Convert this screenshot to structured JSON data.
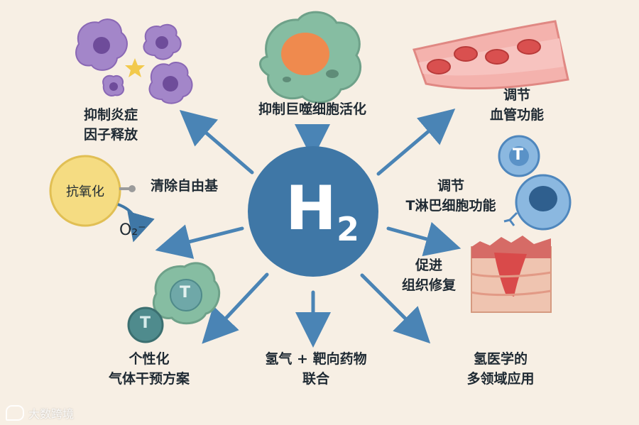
{
  "center": {
    "symbol": "H",
    "subscript": "2"
  },
  "labels": {
    "inflammation": [
      "抑制炎症",
      "因子释放"
    ],
    "macrophage": [
      "抑制巨噬细胞活化"
    ],
    "vascular": [
      "调节",
      "血管功能"
    ],
    "free_radical": [
      "清除自由基"
    ],
    "t_cell": [
      "调节",
      "T淋巴细胞功能"
    ],
    "tissue_repair": [
      "促进",
      "组织修复"
    ],
    "personalized": [
      "个性化",
      "气体干预方案"
    ],
    "targeted_drug": [
      "氢气 + 靶向药物",
      "联合"
    ],
    "multi_field": [
      "氢医学的",
      "多领域应用"
    ]
  },
  "antioxidant_label": "抗氧化",
  "o2_label": "O₂⁻",
  "t_letter": "T",
  "watermark": "大数跨境",
  "colors": {
    "background": "#f7efe4",
    "core": "#3f77a6",
    "arrow": "#4a84b5",
    "macrophage": "#7fb79a",
    "nucleus": "#ef8a4e",
    "cytokine": "#9a77bd",
    "star": "#f2c94c",
    "vessel": "#f1a39e",
    "rbc": "#d9504f",
    "t_cell": "#6fa4d3",
    "antioxidant": "#f5dc82",
    "tissue": "#e9b9a4",
    "wound": "#d94a4a"
  }
}
